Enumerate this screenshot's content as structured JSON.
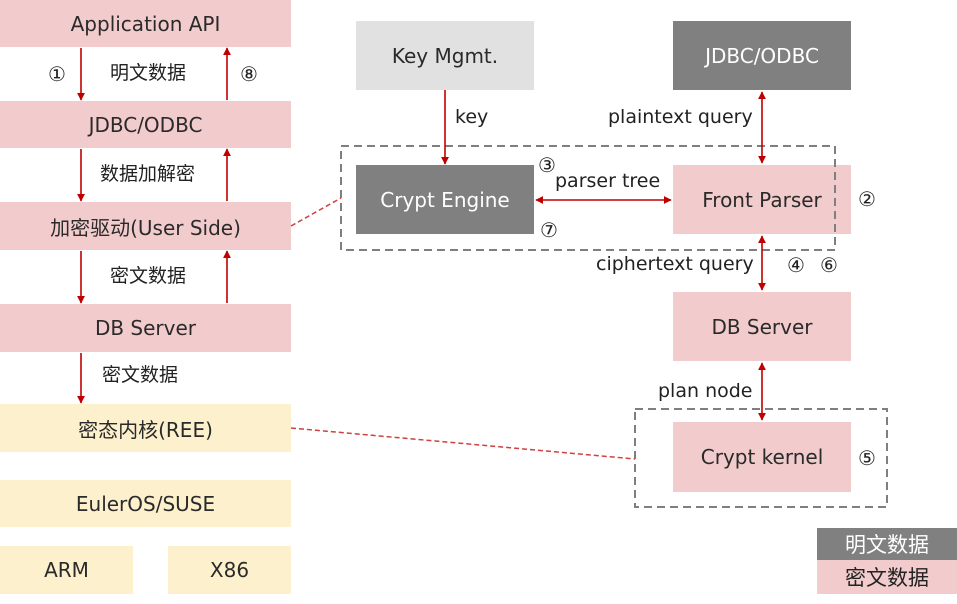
{
  "colors": {
    "ciphertext_box": "#f2cbcd",
    "plaintext_box": "#808080",
    "platform_box": "#fdf0cc",
    "key_box": "#e1e1e1",
    "arrow": "#c00000",
    "dashed_group": "#7f7f7f"
  },
  "left_stack": {
    "application_api": "Application API",
    "jdbc_odbc": "JDBC/ODBC",
    "crypto_driver": "加密驱动(User Side)",
    "db_server": "DB Server",
    "crypto_kernel": "密态内核(REE)",
    "os": "EulerOS/SUSE",
    "arm": "ARM",
    "x86": "X86",
    "edge_labels": {
      "plaintext_data": "明文数据",
      "data_encrypt_decrypt": "数据加解密",
      "ciphertext_data_1": "密文数据",
      "ciphertext_data_2": "密文数据"
    },
    "step_markers": {
      "step1": "①",
      "step8": "⑧"
    }
  },
  "right_detail": {
    "key_mgmt": "Key Mgmt.",
    "jdbc_odbc": "JDBC/ODBC",
    "crypt_engine": "Crypt Engine",
    "front_parser": "Front Parser",
    "db_server": "DB Server",
    "crypt_kernel": "Crypt kernel",
    "edge_labels": {
      "key": "key",
      "plaintext_query": "plaintext query",
      "parser_tree": "parser tree",
      "ciphertext_query": "ciphertext query",
      "plan_node": "plan node"
    },
    "step_markers": {
      "step2": "②",
      "step3": "③",
      "step4": "④",
      "step5": "⑤",
      "step6": "⑥",
      "step7": "⑦"
    }
  },
  "legend": {
    "plaintext": "明文数据",
    "ciphertext": "密文数据"
  }
}
